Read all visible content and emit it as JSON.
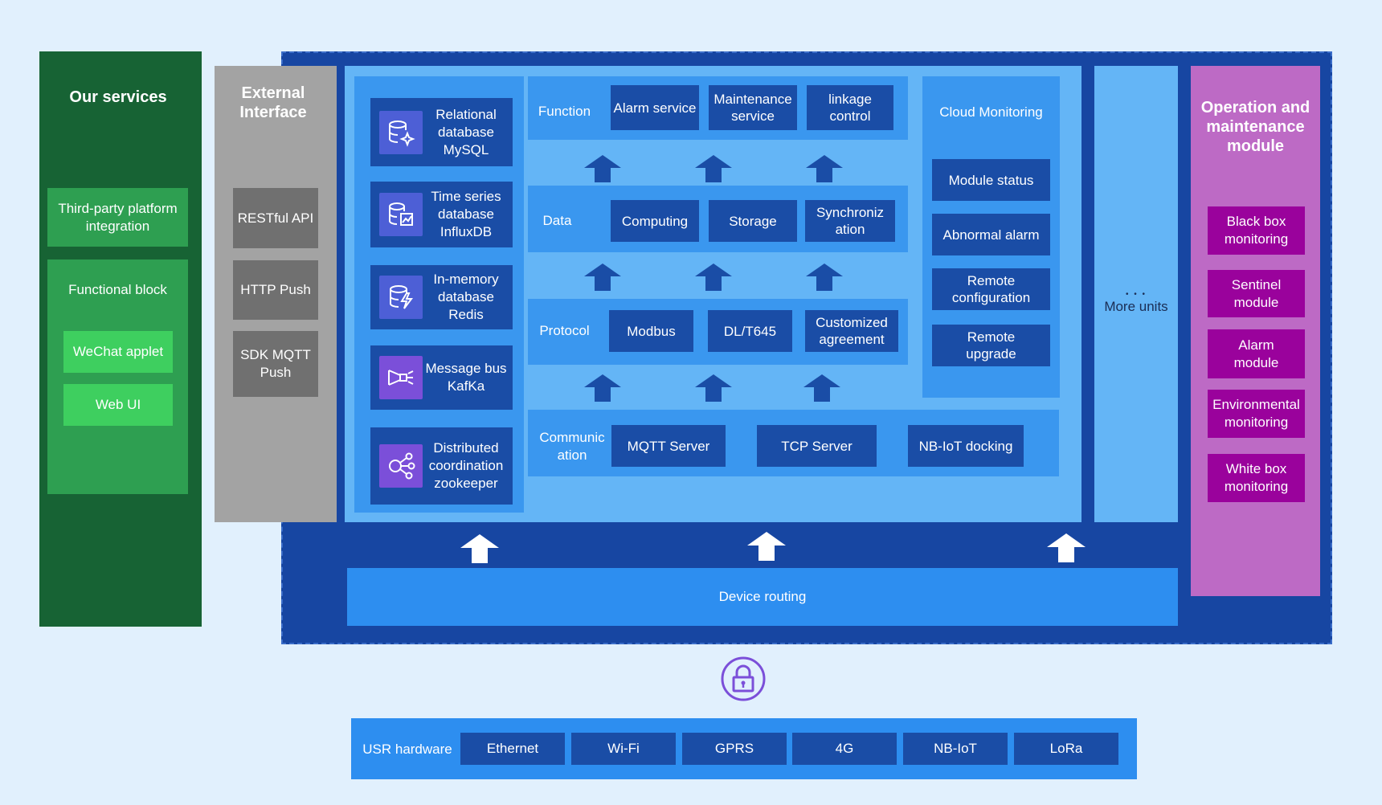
{
  "services": {
    "title": "Our services",
    "third_party": "Third-party platform integration",
    "functional_block": {
      "title": "Functional block",
      "wechat": "WeChat applet",
      "webui": "Web UI"
    }
  },
  "external_interface": {
    "title": "External Interface",
    "items": [
      "RESTful API",
      "HTTP Push",
      "SDK MQTT Push"
    ]
  },
  "databases": [
    {
      "label": "Relational database MySQL",
      "icon": "database-sparkle-icon",
      "color": "#4d5fd6"
    },
    {
      "label": "Time series database InfluxDB",
      "icon": "database-chart-icon",
      "color": "#4d5fd6"
    },
    {
      "label": "In-memory database Redis",
      "icon": "database-lightning-icon",
      "color": "#4d5fd6"
    },
    {
      "label": "Message bus KafKa",
      "icon": "message-bus-icon",
      "color": "#7b4fd9"
    },
    {
      "label": "Distributed coordination zookeeper",
      "icon": "network-nodes-icon",
      "color": "#7b4fd9"
    }
  ],
  "layers": {
    "function": {
      "label": "Function",
      "items": [
        "Alarm service",
        "Maintenance service",
        "linkage control"
      ]
    },
    "data": {
      "label": "Data",
      "items": [
        "Computing",
        "Storage",
        "Synchronization"
      ]
    },
    "protocol": {
      "label": "Protocol",
      "items": [
        "Modbus",
        "DL/T645",
        "Customized agreement"
      ]
    },
    "communication": {
      "label": "Communication",
      "items": [
        "MQTT Server",
        "TCP Server",
        "NB-IoT docking"
      ]
    }
  },
  "cloud_monitoring": {
    "title": "Cloud Monitoring",
    "items": [
      "Module status",
      "Abnormal alarm",
      "Remote configuration",
      "Remote upgrade"
    ]
  },
  "more_units": {
    "dots": "• • •",
    "label": "More units"
  },
  "om_module": {
    "title": "Operation and maintenance module",
    "items": [
      "Black box monitoring",
      "Sentinel module",
      "Alarm module",
      "Environmental monitoring",
      "White box monitoring"
    ]
  },
  "device_routing": "Device routing",
  "hardware": {
    "label": "USR hardware",
    "items": [
      "Ethernet",
      "Wi-Fi",
      "GPRS",
      "4G",
      "NB-IoT",
      "LoRa"
    ]
  },
  "colors": {
    "navy": "#1a4da6",
    "mid_blue": "#3a97ef",
    "light_blue": "#64b5f6",
    "green_dark": "#176334",
    "green": "#2e9f51",
    "green_light": "#3ecf5f",
    "grey": "#a3a3a3",
    "magenta": "#9a029c",
    "lock_purple": "#7b4fd9"
  }
}
